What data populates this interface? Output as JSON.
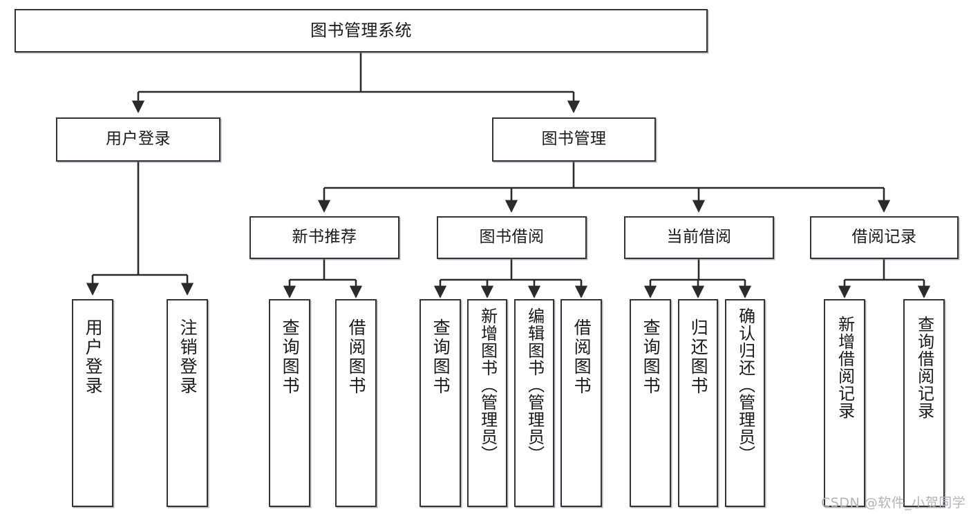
{
  "diagram": {
    "title": "图书管理系统",
    "type": "tree-hierarchy",
    "watermark": "CSDN @软件_小贺同学",
    "colors": {
      "border": "#33333a",
      "background": "#ffffff",
      "text": "#1a1a1a",
      "edge": "#2b2b2b",
      "watermark": "#b4b4b8"
    }
  },
  "nodes": {
    "root": {
      "label": "图书管理系统"
    },
    "level2": [
      {
        "label": "用户登录"
      },
      {
        "label": "图书管理"
      }
    ],
    "level3": [
      {
        "label": "新书推荐"
      },
      {
        "label": "图书借阅"
      },
      {
        "label": "当前借阅"
      },
      {
        "label": "借阅记录"
      }
    ],
    "leaves": {
      "user_login": [
        {
          "label": "用户登录"
        },
        {
          "label": "注销登录"
        }
      ],
      "new_book_recommend": [
        {
          "label": "查询图书"
        },
        {
          "label": "借阅图书"
        }
      ],
      "book_borrow": [
        {
          "label": "查询图书"
        },
        {
          "label": "新增图书（管理员）"
        },
        {
          "label": "编辑图书（管理员）"
        },
        {
          "label": "借阅图书"
        }
      ],
      "current_borrow": [
        {
          "label": "查询图书"
        },
        {
          "label": "归还图书"
        },
        {
          "label": "确认归还（管理员）"
        }
      ],
      "borrow_records": [
        {
          "label": "新增借阅记录"
        },
        {
          "label": "查询借阅记录"
        }
      ]
    }
  }
}
